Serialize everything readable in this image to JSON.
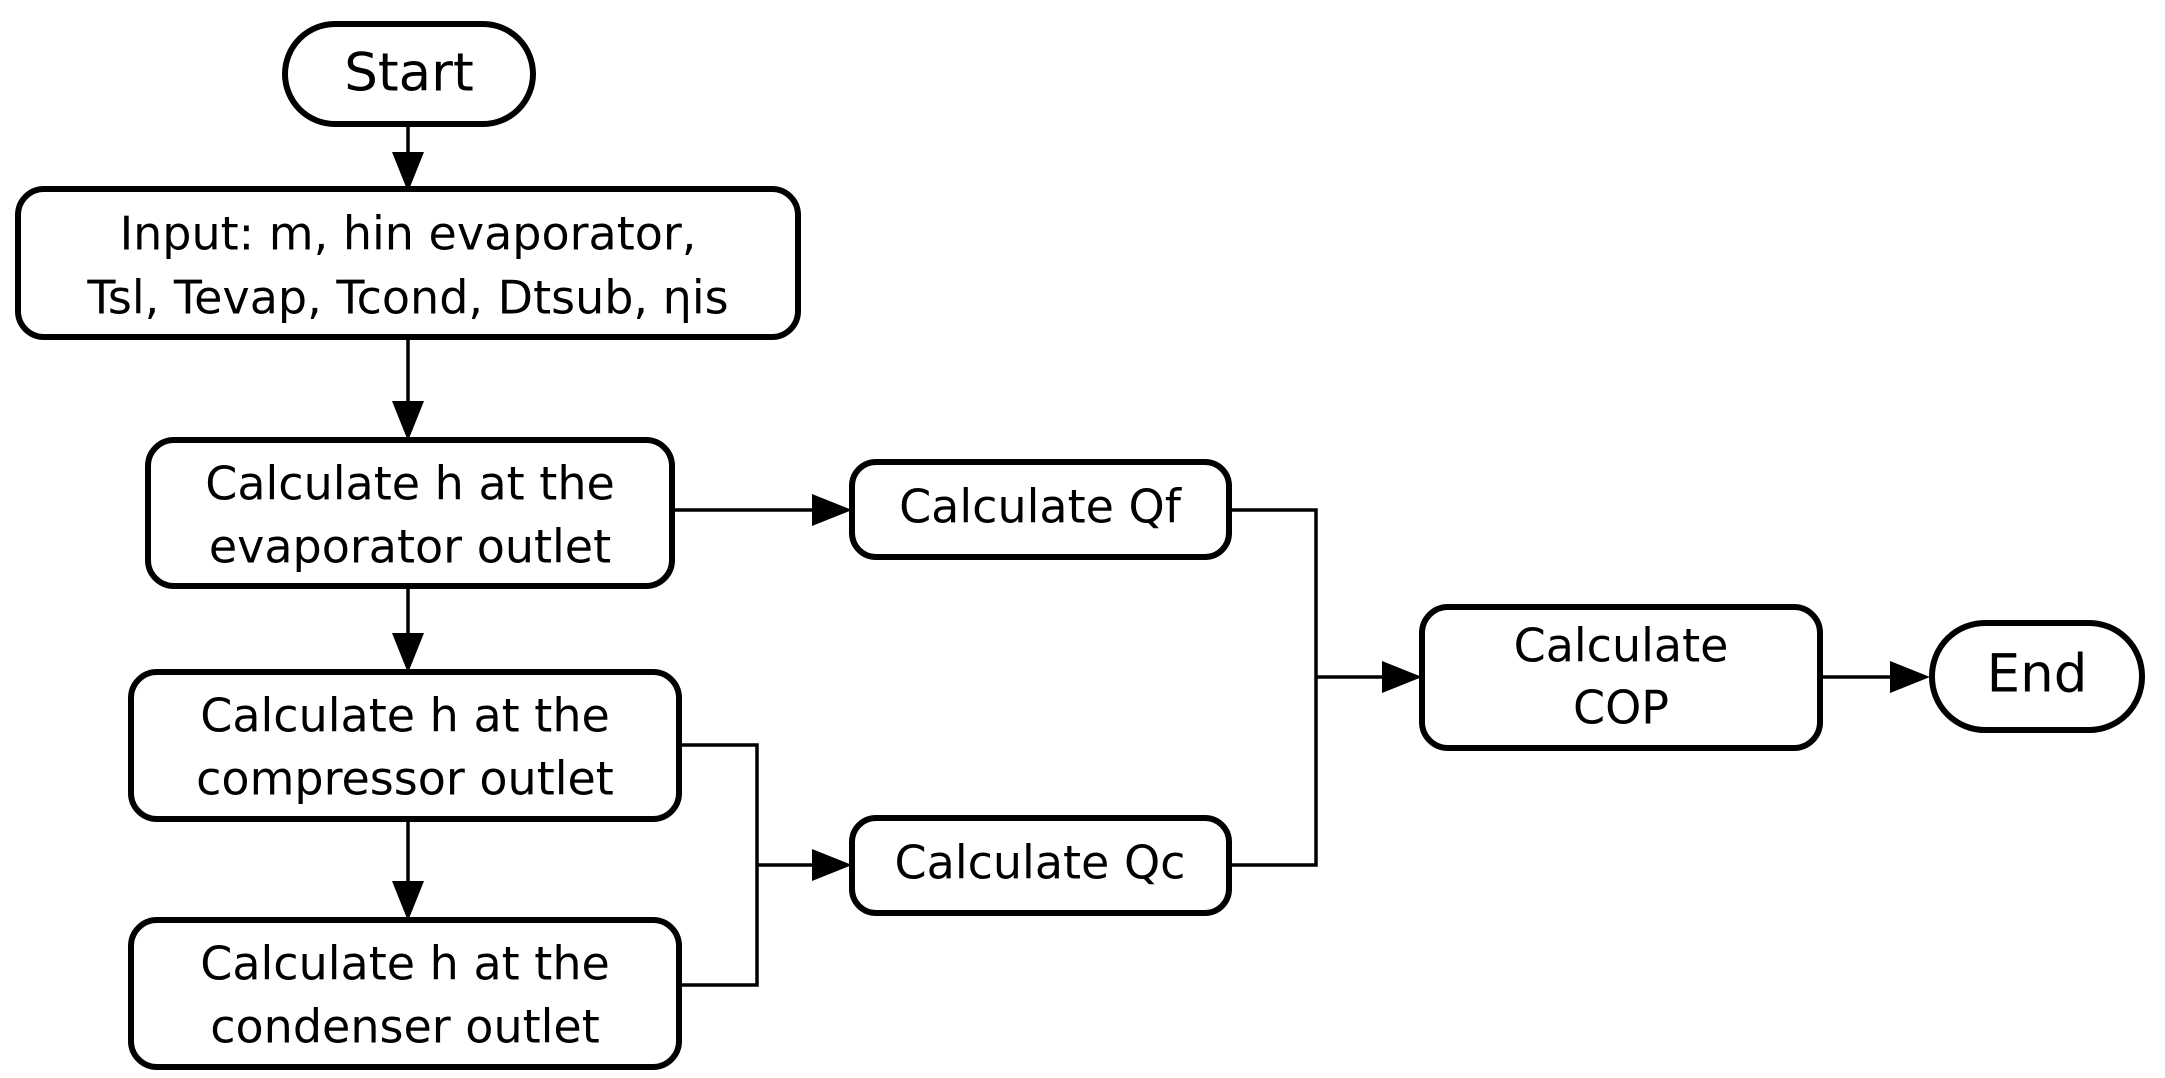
{
  "diagram": {
    "title": "Refrigeration cycle COP calculation flowchart",
    "background_color": "#ffffff",
    "stroke_color": "#000000",
    "nodes": {
      "start": {
        "label": "Start",
        "shape": "terminator"
      },
      "input": {
        "line1": "Input: m, hin evaporator,",
        "line2": "Tsl, Tevap, Tcond, Dtsub, ηis",
        "shape": "process"
      },
      "evaporator": {
        "line1": "Calculate h at the",
        "line2": "evaporator outlet",
        "shape": "process"
      },
      "compressor": {
        "line1": "Calculate h at the",
        "line2": "compressor outlet",
        "shape": "process"
      },
      "condenser": {
        "line1": "Calculate h at the",
        "line2": "condenser outlet",
        "shape": "process"
      },
      "qf": {
        "label": "Calculate Qf",
        "shape": "process"
      },
      "qc": {
        "label": "Calculate Qc",
        "shape": "process"
      },
      "cop": {
        "line1": "Calculate",
        "line2": "COP",
        "shape": "process"
      },
      "end": {
        "label": "End",
        "shape": "terminator"
      }
    },
    "edges": [
      {
        "from": "start",
        "to": "input",
        "type": "arrow-down"
      },
      {
        "from": "input",
        "to": "evaporator",
        "type": "arrow-down"
      },
      {
        "from": "evaporator",
        "to": "compressor",
        "type": "arrow-down"
      },
      {
        "from": "compressor",
        "to": "condenser",
        "type": "arrow-down"
      },
      {
        "from": "evaporator",
        "to": "qf",
        "type": "arrow-right"
      },
      {
        "from": "compressor",
        "to": "qc",
        "type": "bracket-merge-right"
      },
      {
        "from": "condenser",
        "to": "qc",
        "type": "bracket-merge-right"
      },
      {
        "from": "qf",
        "to": "cop",
        "type": "bracket-merge-right"
      },
      {
        "from": "qc",
        "to": "cop",
        "type": "bracket-merge-right"
      },
      {
        "from": "cop",
        "to": "end",
        "type": "arrow-right"
      }
    ]
  }
}
